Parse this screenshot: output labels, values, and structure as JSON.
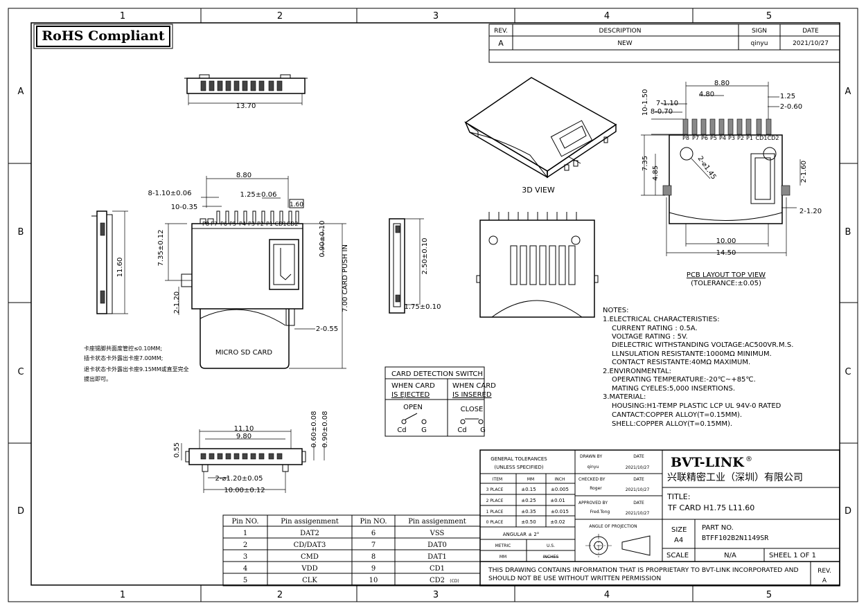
{
  "border": {
    "columns": [
      "1",
      "2",
      "3",
      "4",
      "5"
    ],
    "rows": [
      "A",
      "B",
      "C",
      "D"
    ]
  },
  "badge": {
    "rohs": "RoHS Compliant"
  },
  "revision_table": {
    "headers": [
      "REV.",
      "DESCRIPTION",
      "SIGN",
      "DATE"
    ],
    "rows": [
      {
        "rev": "A",
        "description": "NEW",
        "sign": "qinyu",
        "date": "2021/10/27"
      }
    ]
  },
  "views": {
    "view3d_label": "3D VIEW",
    "pcb_layout_label": "PCB LAYOUT TOP VIEW",
    "pcb_tolerance": "(TOLERANCE:±0.05)",
    "card_label": "MICRO SD CARD",
    "push_label": "7.00 CARD PUSH IN"
  },
  "dimensions": {
    "top_width": "13.70",
    "front_width": "8.80",
    "front_pitch_left": "8-1.10±0.06",
    "front_pitch_small": "1.25±0.06",
    "front_pin_w": "10-0.35",
    "front_right": "1.60",
    "front_left_h": "7.35±0.12",
    "front_bot_left": "2-1.20",
    "front_right_h": "0.90±0.10",
    "front_side": "2-0.55",
    "side_h": "11.60",
    "sec_h": "2.50±0.10",
    "sec_low": "1.75±0.10",
    "bot_w1": "11.10",
    "bot_w2": "9.80",
    "bot_h1": "0.55",
    "bot_h2": "0.60±0.08",
    "bot_h3": "0.90±0.08",
    "bot_hole": "2-⌀1.20±0.05",
    "bot_w3": "10.00±0.12",
    "pcb_w": "8.80",
    "pcb_w2": "4.80",
    "pcb_p1": "7-1.10",
    "pcb_p2": "8-0.70",
    "pcb_p3": "10-1.50",
    "pcb_r1": "1.25",
    "pcb_r2": "2-0.60",
    "pcb_h1": "7.35",
    "pcb_h2": "4.85",
    "pcb_hole": "2-⌀1.45",
    "pcb_side": "2-1.60",
    "pcb_side2": "2-1.20",
    "pcb_b1": "10.00",
    "pcb_b2": "14.50"
  },
  "pin_labels": [
    "P8",
    "P7",
    "P6",
    "P5",
    "P4",
    "P3",
    "P2",
    "P1",
    "CD1",
    "CD2"
  ],
  "chinese_notes": [
    "卡座锡脚共面度管控≤0.10MM;",
    "插卡状态卡外露出卡座7.00MM;",
    "退卡状态卡外露出卡座9.15MM或直至完全",
    "拔出即可。"
  ],
  "notes": {
    "title": "NOTES:",
    "lines": [
      "1.ELECTRICAL CHARACTERISTIES:",
      "CURRENT RATING : 0.5A.",
      "VOLTAGE RATING : 5V.",
      "DIELECTRIC WITHSTANDING VOLTAGE:AC500VR.M.S.",
      "LLNSULATION RESISTANTE:1000MΩ MINIMUM.",
      "CONTACT RESISTANTE:40MΩ MAXIMUM.",
      "2.ENVIRONMENTAL:",
      "OPERATING TEMPERATURE:-20℃~+85℃.",
      "MATING CYELES:5,000 INSERTIONS.",
      "3.MATERIAL:",
      "HOUSING:H1-TEMP PLASTIC LCP UL 94V-0 RATED",
      "CANTACT:COPPER ALLOY(T=0.15MM).",
      "SHELL:COPPER ALLOY(T=0.15MM)."
    ]
  },
  "card_detection": {
    "title": "CARD DETECTION SWITCH",
    "ejected": [
      "WHEN CARD",
      "IS EJECTED"
    ],
    "inserted": [
      "WHEN CARD",
      "IS INSERED"
    ],
    "open": "OPEN",
    "close": "CLOSE",
    "cd": "Cd",
    "g": "G"
  },
  "pin_table": {
    "headers": [
      "Pin NO.",
      "Pin assigenment",
      "Pin NO.",
      "Pin assigenment"
    ],
    "rows": [
      [
        "1",
        "DAT2",
        "6",
        "VSS"
      ],
      [
        "2",
        "CD/DAT3",
        "7",
        "DAT0"
      ],
      [
        "3",
        "CMD",
        "8",
        "DAT1"
      ],
      [
        "4",
        "VDD",
        "9",
        "CD1"
      ],
      [
        "5",
        "CLK",
        "10",
        "CD2"
      ]
    ],
    "cd2_note": "(CD)"
  },
  "tolerances": {
    "title": [
      "GENERAL TOLERANCES",
      "(UNLESS SPECIFIED)"
    ],
    "headers": [
      "ITEM",
      "MM",
      "INCH"
    ],
    "rows": [
      [
        "3 PLACE",
        "±0.15",
        "±0.005"
      ],
      [
        "2 PLACE",
        "±0.25",
        "±0.01"
      ],
      [
        "1 PLACE",
        "±0.35",
        "±0.015"
      ],
      [
        "0 PLACE",
        "±0.50",
        "±0.02"
      ]
    ],
    "angular": "ANGULAR ± 2°",
    "metric": "METRIC",
    "us": "U.S.",
    "mm": "MM",
    "inches": "INCHES"
  },
  "approval": {
    "drawn_by": "DRAWN BY",
    "drawn_name": "qinyu",
    "checked_by": "CHECKED BY",
    "checked_name": "Roger",
    "approved_by": "APPROVED BY",
    "approved_name": "Fred.Tong",
    "date_label": "DATE",
    "date": "2021/10/27",
    "projection": "ANGLE OF PROJECTION"
  },
  "title_block": {
    "company": "BVT-LINK",
    "registered": "®",
    "company_cn": "兴联精密工业（深圳）有限公司",
    "title_label": "TITLE:",
    "title": "TF CARD  H1.75 L11.60",
    "size_label": "SIZE",
    "size": "A4",
    "part_label": "PART NO.",
    "part": "BTFF102B2N1149SR",
    "scale_label": "SCALE",
    "scale": "N/A",
    "sheet": "SHEEL 1 OF 1",
    "disclaimer": [
      "THIS DRAWING CONTAINS INFORMATION THAT IS PROPRIETARY TO BVT-LINK INCORPORATED AND",
      "SHOULD NOT BE USE WITHOUT WRITTEN PERMISSION"
    ],
    "rev_label": "REV.",
    "rev": "A"
  }
}
